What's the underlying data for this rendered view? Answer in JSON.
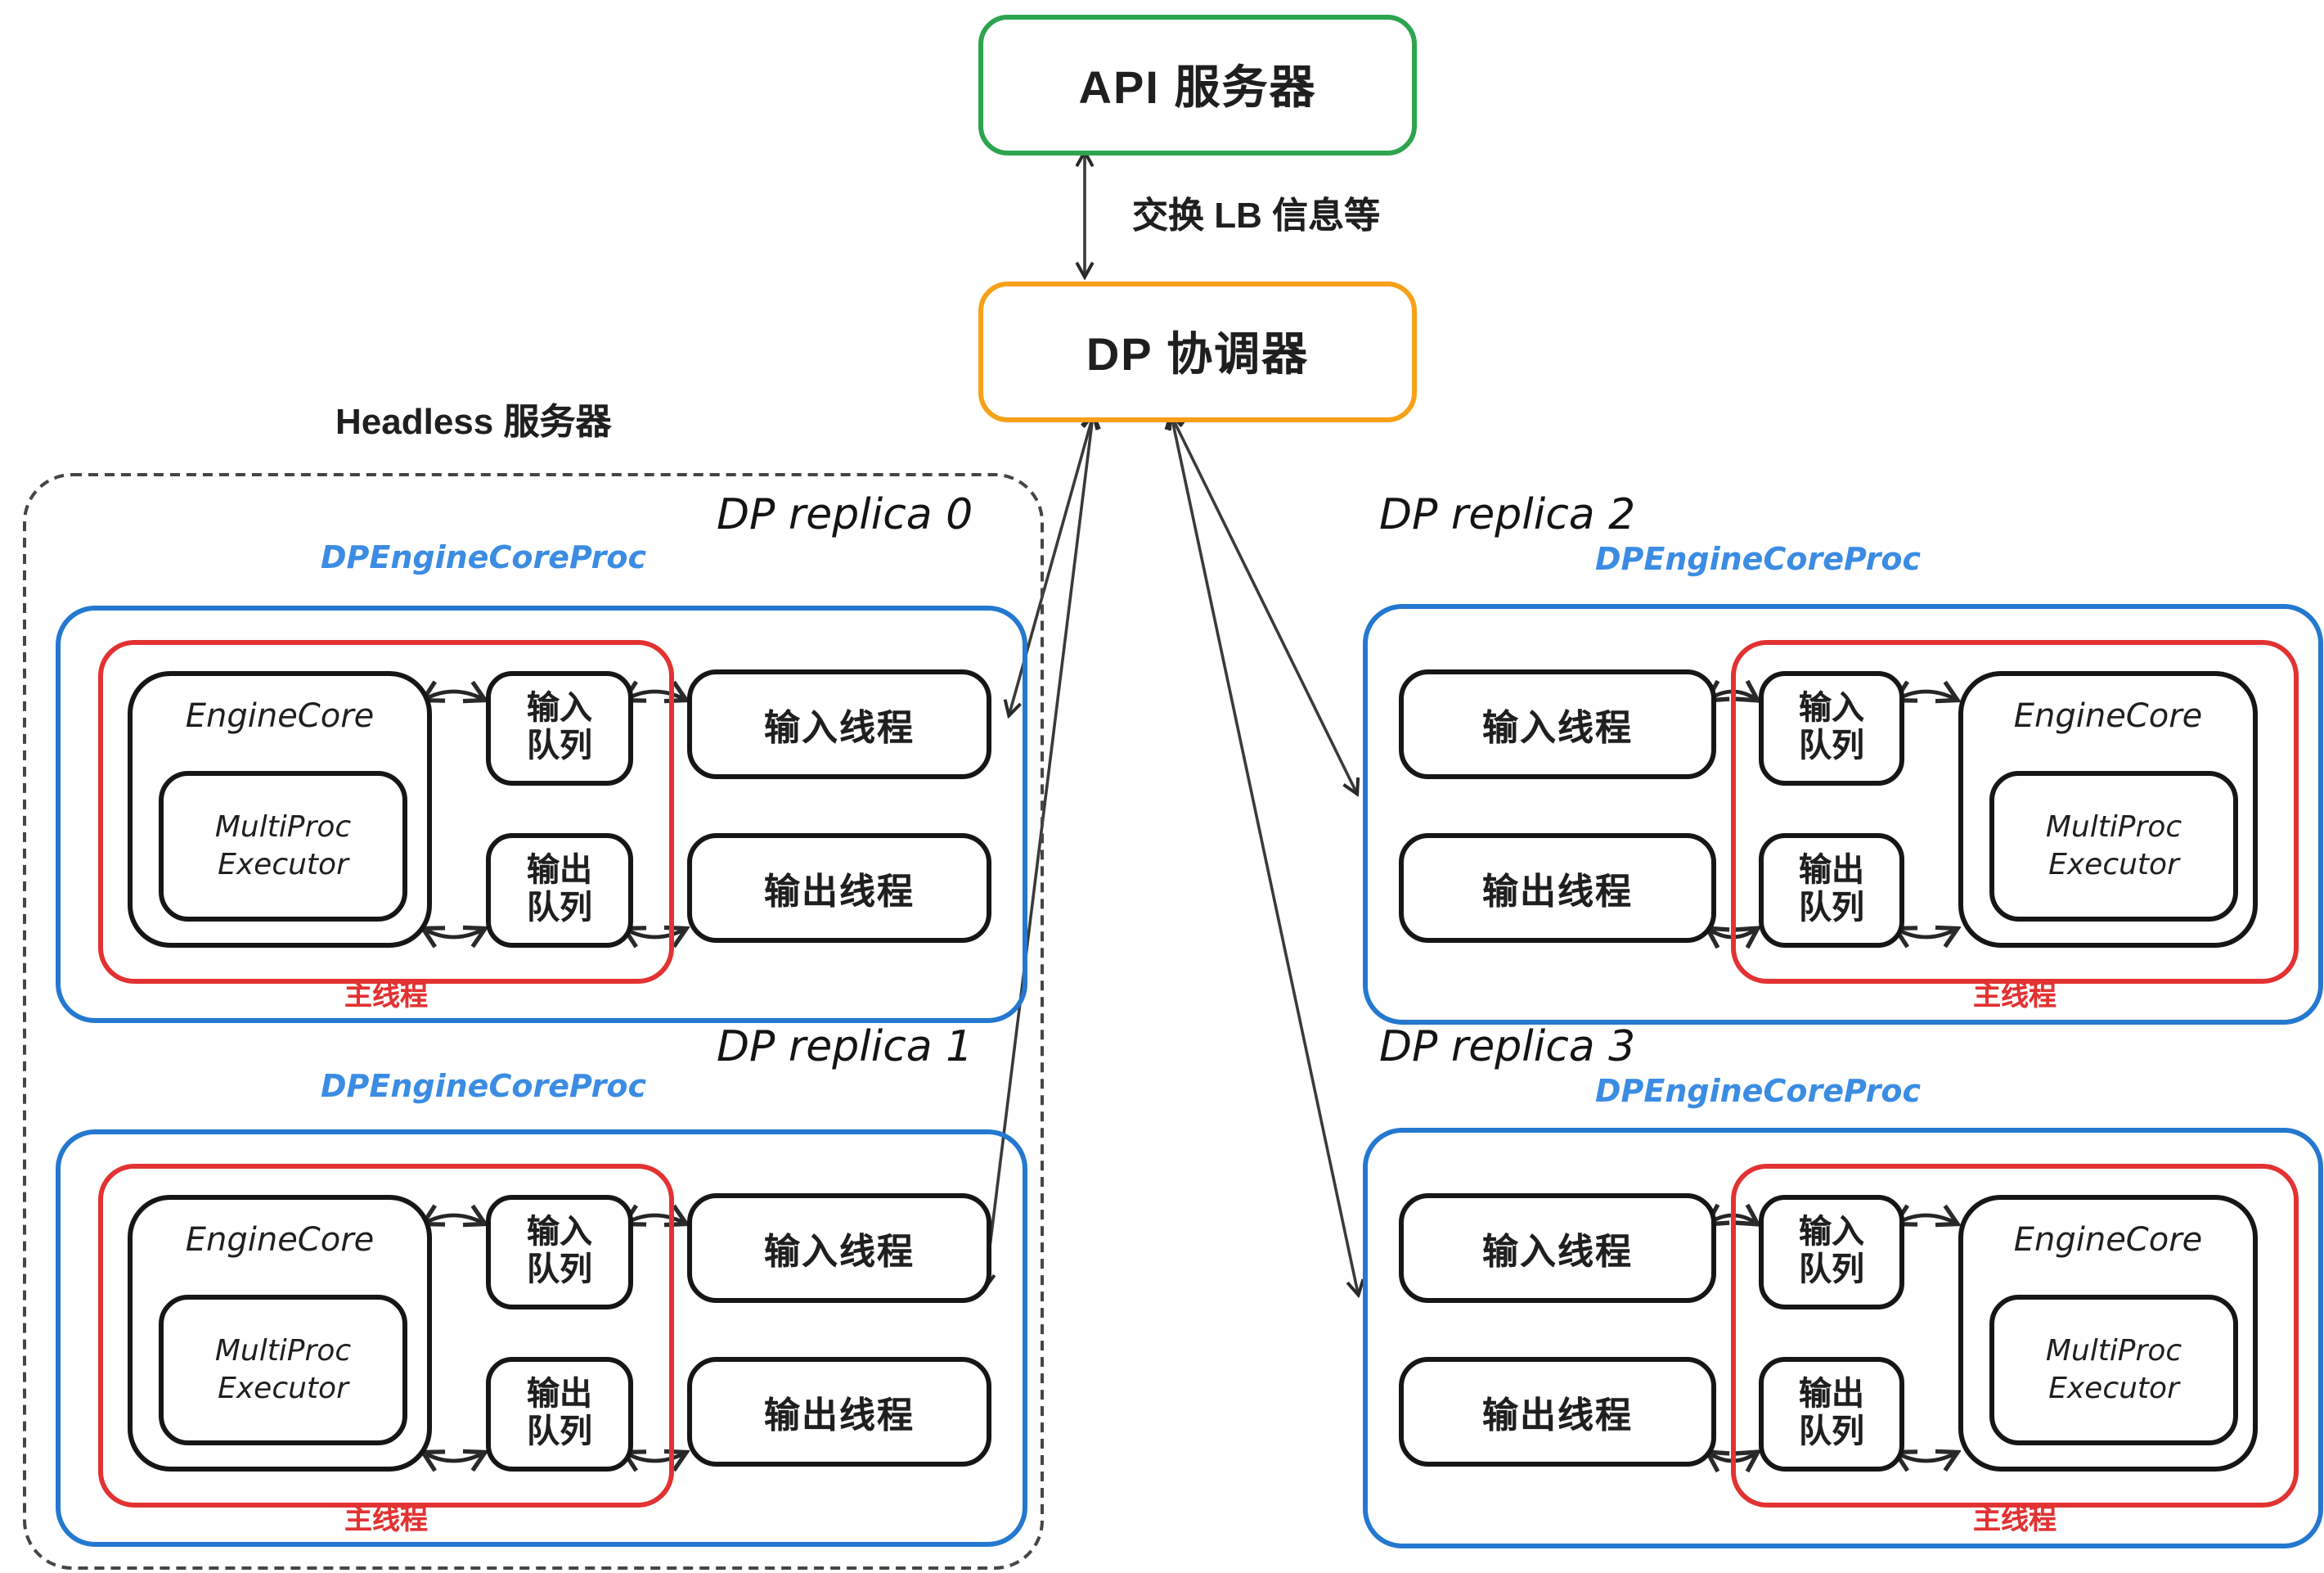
{
  "colors": {
    "green": "#2da44e",
    "orange": "#f6a117",
    "blue": "#2478cf",
    "red": "#e23232",
    "label_blue": "#3b8ce2",
    "ink": "#1f1f1f",
    "arrow": "#333333"
  },
  "api_server": {
    "label": "API 服务器"
  },
  "coordinator": {
    "label": "DP 协调器"
  },
  "exchange_label": "交换 LB 信息等",
  "headless_group": {
    "label": "Headless 服务器"
  },
  "replicas": [
    {
      "title": "DP replica 0",
      "proc_label": "DPEngineCoreProc",
      "engine_core": "EngineCore",
      "executor": "MultiProc Executor",
      "input_queue": "输入队列",
      "output_queue": "输出队列",
      "input_thread": "输入线程",
      "output_thread": "输出线程",
      "main_thread_label": "主线程"
    },
    {
      "title": "DP replica 1",
      "proc_label": "DPEngineCoreProc",
      "engine_core": "EngineCore",
      "executor": "MultiProc Executor",
      "input_queue": "输入队列",
      "output_queue": "输出队列",
      "input_thread": "输入线程",
      "output_thread": "输出线程",
      "main_thread_label": "主线程"
    },
    {
      "title": "DP replica 2",
      "proc_label": "DPEngineCoreProc",
      "engine_core": "EngineCore",
      "executor": "MultiProc Executor",
      "input_queue": "输入队列",
      "output_queue": "输出队列",
      "input_thread": "输入线程",
      "output_thread": "输出线程",
      "main_thread_label": "主线程"
    },
    {
      "title": "DP replica 3",
      "proc_label": "DPEngineCoreProc",
      "engine_core": "EngineCore",
      "executor": "MultiProc Executor",
      "input_queue": "输入队列",
      "output_queue": "输出队列",
      "input_thread": "输入线程",
      "output_thread": "输出线程",
      "main_thread_label": "主线程"
    }
  ]
}
